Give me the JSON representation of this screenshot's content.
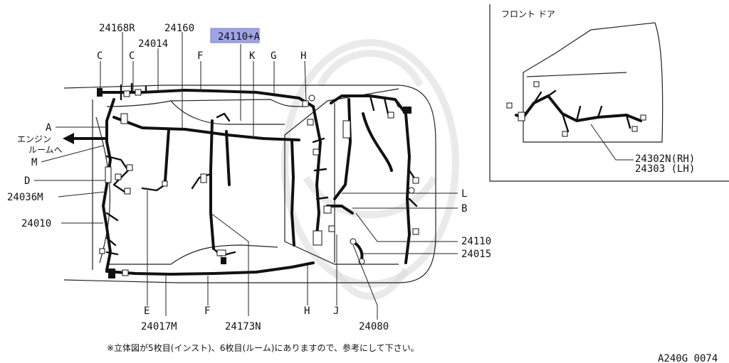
{
  "labels": {
    "l_24168R": "24168R",
    "l_24160": "24160",
    "l_24110A": "24110+A",
    "l_24014": "24014",
    "c_left": "C",
    "c_right": "C",
    "f_top": "F",
    "g_top": "G",
    "k_top": "K",
    "h_top": "H",
    "a_left": "A",
    "engine_room_1": "エンジン",
    "engine_room_2": "ルームへ",
    "m_left": "M",
    "d_left": "D",
    "l_24036M": "24036M",
    "l_24010": "24010",
    "l_L": "L",
    "l_B": "B",
    "l_24110": "24110",
    "l_24015": "24015",
    "e_bottom": "E",
    "l_24017M": "24017M",
    "f_bottom": "F",
    "l_24173N": "24173N",
    "h_bottom": "H",
    "j_bottom": "J",
    "l_24080": "24080"
  },
  "inset": {
    "title": "フロント ドア",
    "part_rh": "24302N(RH)",
    "part_lh": "24303 (LH)"
  },
  "footnote": "※立体図が5枚目(インスト)、6枚目(ルーム)にありますので、参考にして下さい。",
  "figure_id": "A240G 0074",
  "colors": {
    "highlight": "#9fa4e6",
    "wire": "#111111"
  }
}
